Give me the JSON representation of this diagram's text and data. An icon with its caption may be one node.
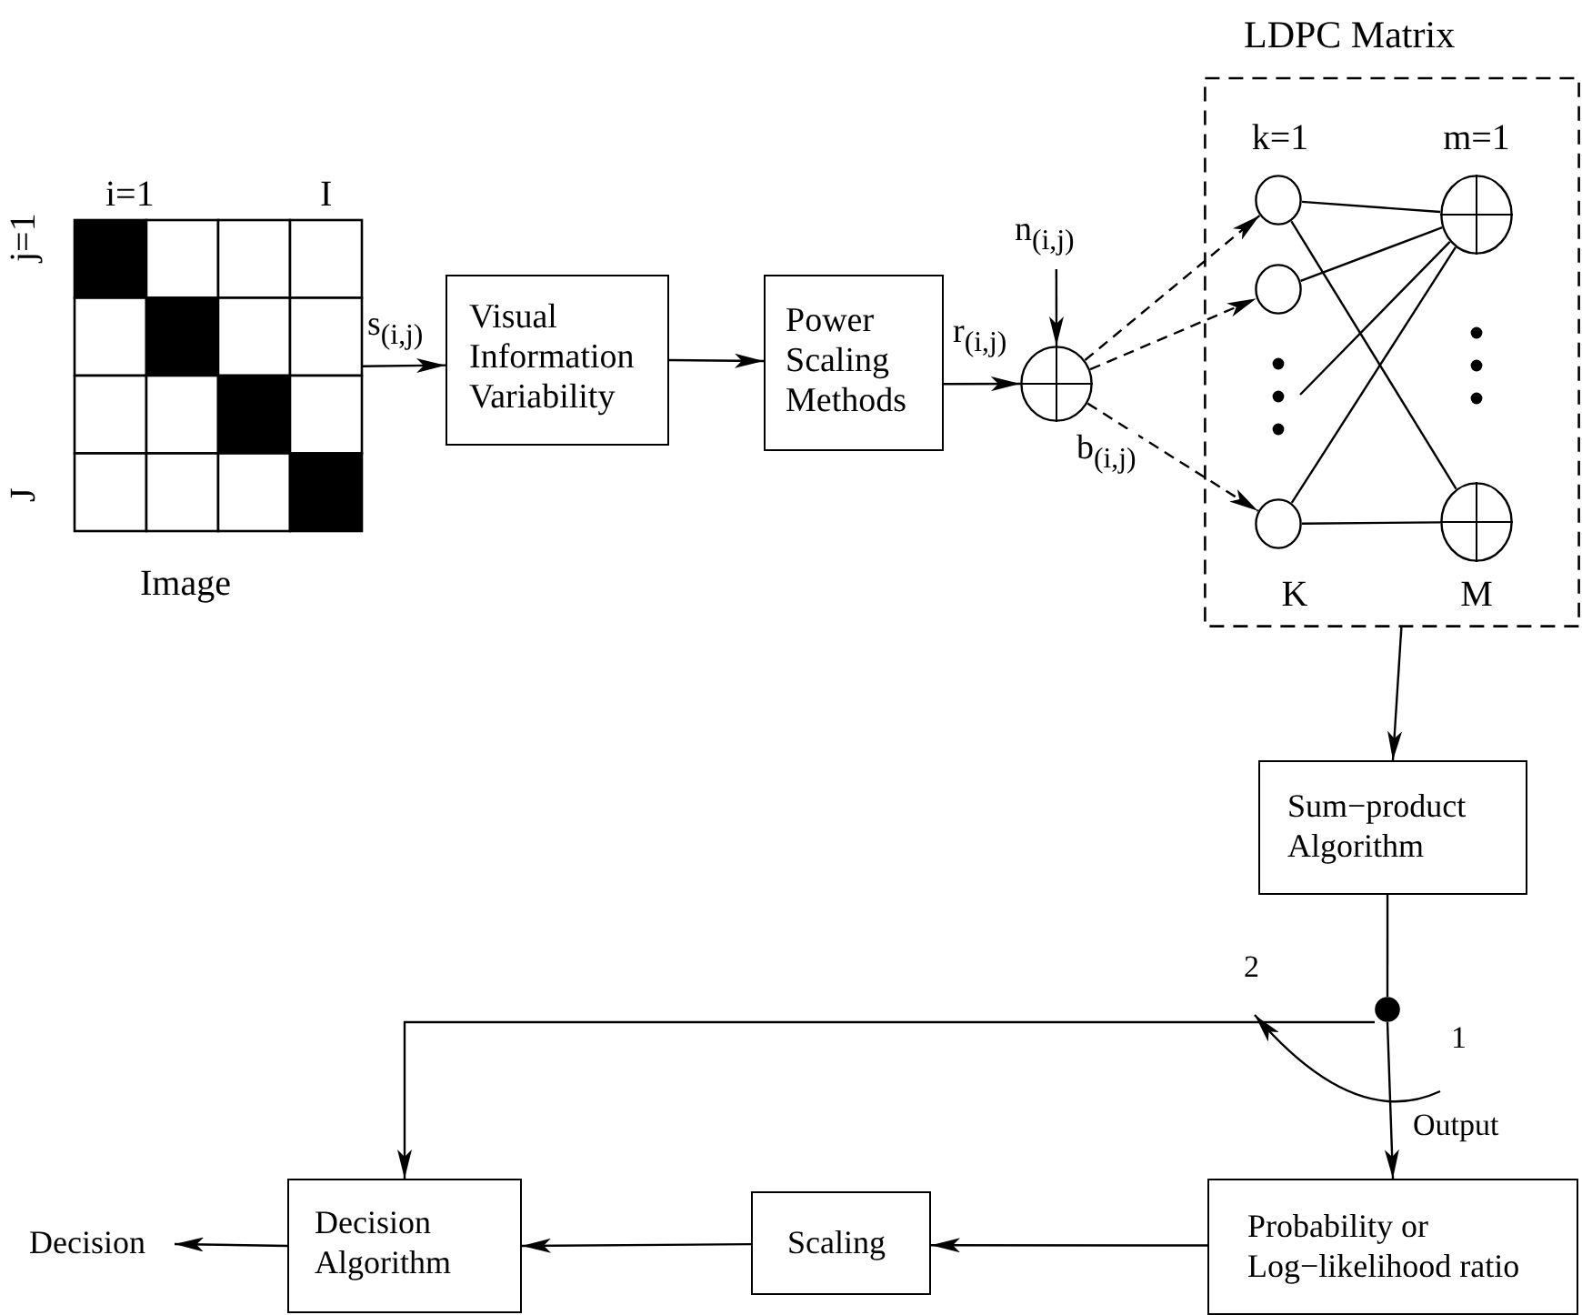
{
  "diagram": {
    "nodes": [
      {
        "text": [],
        "shape": "picture",
        "beside": [
          "Image"
        ]
      },
      {
        "text": [
          "Visual Information Variability"
        ]
      },
      {
        "text": [
          "Power Scaling Methods"
        ]
      },
      {
        "text": [
          "n$_{(i,j)}$"
        ]
      },
      {
        "text": [],
        "shape": "circle"
      },
      {
        "text": [
          "LDPC Matrix"
        ]
      },
      {
        "text": [],
        "shape": "circle",
        "in": 5,
        "beside": [
          "k=1"
        ]
      },
      {
        "text": [],
        "shape": "circle",
        "in": 5
      },
      {
        "text": [],
        "shape": "circle",
        "in": 5,
        "beside": [
          "K"
        ]
      },
      {
        "text": [],
        "shape": "circle",
        "in": 5,
        "beside": [
          "m=1"
        ]
      },
      {
        "text": [],
        "shape": "circle",
        "in": 5,
        "beside": [
          "M"
        ]
      },
      {
        "text": [
          "Sum−product Algorithm"
        ]
      },
      {
        "text": [],
        "shape": "circle"
      },
      {
        "text": [
          "Probability or Log−likelihood ratio"
        ]
      },
      {
        "text": [
          "Scaling"
        ]
      },
      {
        "text": [
          "Decision Algorithm"
        ]
      },
      {
        "text": [
          "Decision"
        ]
      }
    ],
    "edges": [
      {
        "from": 0,
        "to": 1,
        "arrow": "to",
        "label": "s$_{(i,j)}$"
      },
      {
        "from": 1,
        "to": 2,
        "arrow": "to"
      },
      {
        "from": 2,
        "to": 4,
        "arrow": "to",
        "label": "r$_{(i,j)}$"
      },
      {
        "from": 3,
        "to": 4,
        "arrow": "to"
      },
      {
        "from": 4,
        "to": 6,
        "arrow": "to",
        "style": "dashed"
      },
      {
        "from": 4,
        "to": 7,
        "arrow": "to",
        "style": "dashed"
      },
      {
        "from": 4,
        "to": 8,
        "arrow": "to",
        "style": "dashed",
        "label": "b$_{(i,j)}$"
      },
      {
        "from": 6,
        "to": 9,
        "arrow": "none"
      },
      {
        "from": 6,
        "to": 10,
        "arrow": "none"
      },
      {
        "from": 7,
        "to": 9,
        "arrow": "none"
      },
      {
        "from": null,
        "to": 9,
        "arrow": "none"
      },
      {
        "from": 8,
        "to": 9,
        "arrow": "none"
      },
      {
        "from": 8,
        "to": 10,
        "arrow": "none"
      },
      {
        "from": 5,
        "to": 11,
        "arrow": "to"
      },
      {
        "from": 11,
        "to": 12,
        "arrow": "none"
      },
      {
        "from": 12,
        "to": 13,
        "arrow": "to",
        "label": "Output"
      },
      {
        "from": 12,
        "to": 15,
        "arrow": "to"
      },
      {
        "from": 13,
        "to": 14,
        "arrow": "to"
      },
      {
        "from": 14,
        "to": 15,
        "arrow": "to"
      },
      {
        "from": 15,
        "to": 16,
        "arrow": "to"
      }
    ],
    "labels": [
      "i=1",
      "I",
      "j=1",
      "J",
      "2",
      "1"
    ]
  }
}
